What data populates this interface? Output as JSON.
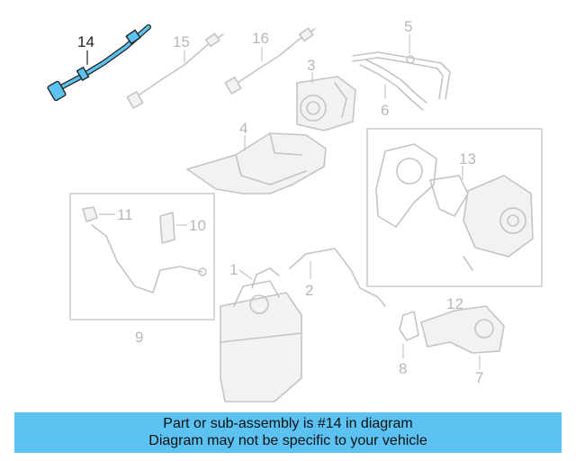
{
  "diagram": {
    "callouts": {
      "c1": "1",
      "c2": "2",
      "c3": "3",
      "c4": "4",
      "c5": "5",
      "c6": "6",
      "c7": "7",
      "c8": "8",
      "c9": "9",
      "c10": "10",
      "c11": "11",
      "c12": "12",
      "c13": "13",
      "c14": "14",
      "c15": "15",
      "c16": "16"
    },
    "highlight_color": "#5bc2f2"
  },
  "banner": {
    "line1": "Part or sub-assembly is #14 in diagram",
    "line2": "Diagram may not be specific to your vehicle",
    "background": "#5bc2f2"
  }
}
